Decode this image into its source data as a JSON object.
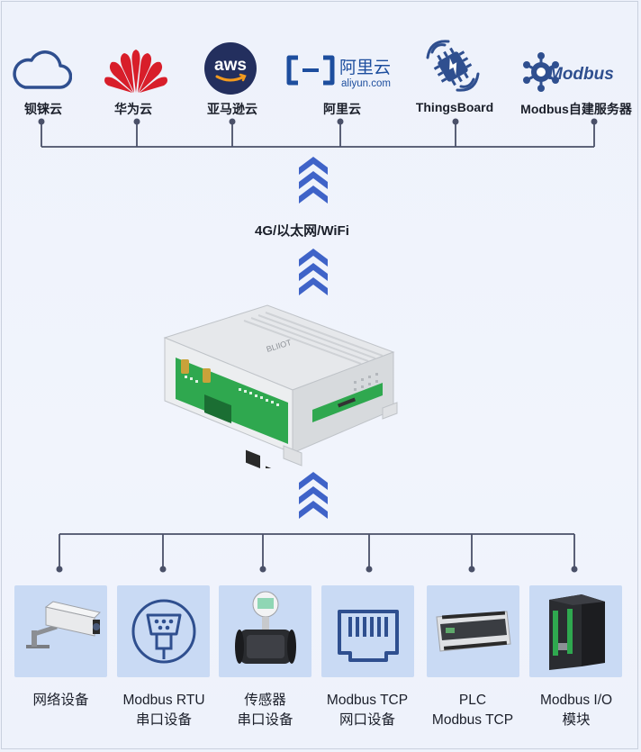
{
  "clouds": [
    {
      "label": "钡铼云",
      "icon": "cloud-outline-icon"
    },
    {
      "label": "华为云",
      "icon": "huawei-logo-icon"
    },
    {
      "label": "亚马逊云",
      "icon": "aws-logo-icon"
    },
    {
      "label": "阿里云",
      "icon": "aliyun-logo-icon"
    },
    {
      "label": "ThingsBoard",
      "icon": "thingsboard-logo-icon"
    },
    {
      "label": "Modbus自建服务器",
      "icon": "modbus-logo-icon"
    }
  ],
  "logos": {
    "aws_text": "aws",
    "aliyun_cn": "阿里云",
    "aliyun_en": "aliyun.com",
    "modbus_text": "Modbus"
  },
  "link_label": "4G/以太网/WiFi",
  "devices": [
    {
      "line1": "网络设备",
      "line2": "",
      "icon": "camera-icon"
    },
    {
      "line1": "Modbus RTU",
      "line2": "串口设备",
      "icon": "serial-port-icon"
    },
    {
      "line1": "传感器",
      "line2": "串口设备",
      "icon": "flowmeter-sensor-icon"
    },
    {
      "line1": "Modbus TCP",
      "line2": "网口设备",
      "icon": "ethernet-port-icon"
    },
    {
      "line1": "PLC",
      "line2": "Modbus TCP",
      "icon": "plc-icon"
    },
    {
      "line1": "Modbus I/O",
      "line2": "模块",
      "icon": "io-module-icon"
    }
  ],
  "colors": {
    "line": "#4a5068",
    "chevron": "#3f63c8",
    "card": "#c9daf4",
    "icon_blue": "#2f4f8f",
    "gateway_green": "#2fa84f",
    "huawei_red": "#d81e2a",
    "aws_navy": "#232f5e",
    "aliyun_blue": "#1d4e9e"
  }
}
